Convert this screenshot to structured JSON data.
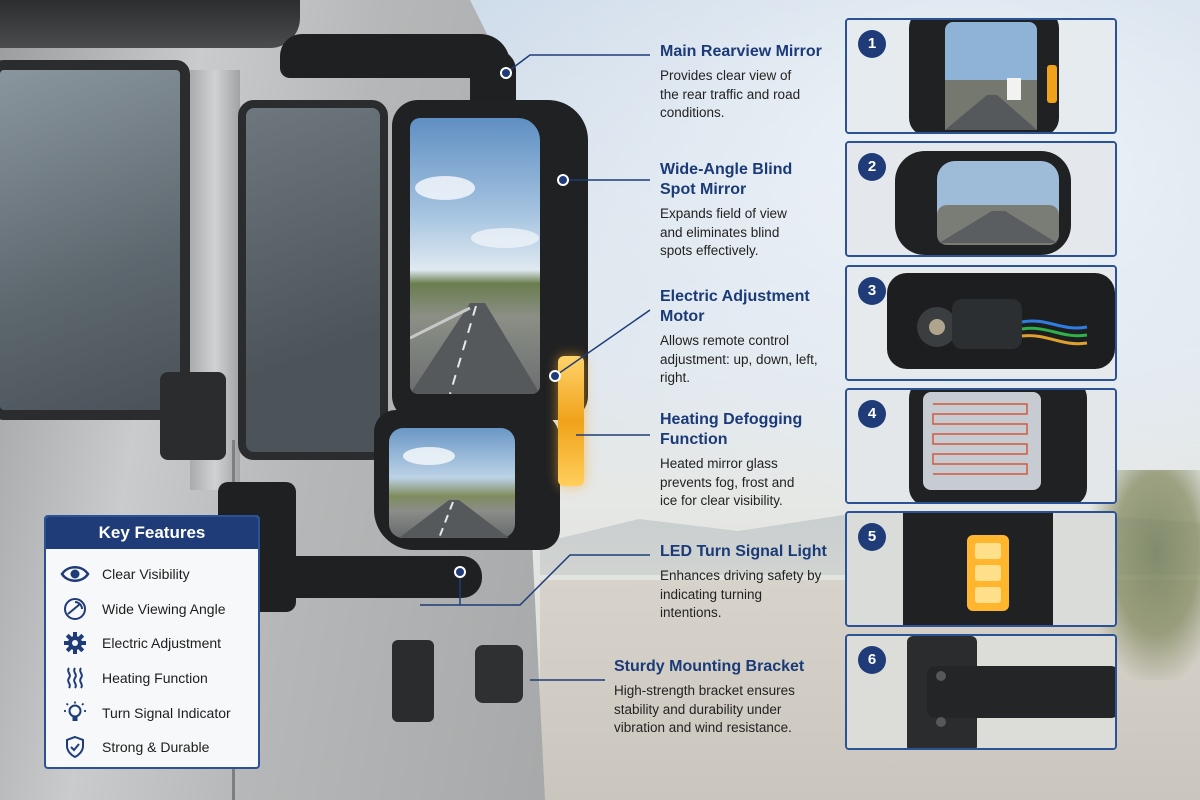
{
  "features": [
    {
      "title": "Main Rearview Mirror",
      "desc": "Provides clear view of the rear traffic and road conditions."
    },
    {
      "title": "Wide-Angle Blind Spot Mirror",
      "desc": "Expands field of view and eliminates blind spots effectively."
    },
    {
      "title": "Electric Adjustment Motor",
      "desc": "Allows remote control adjustment: up, down, left, right."
    },
    {
      "title": "Heating Defogging Function",
      "desc": "Heated mirror glass prevents fog, frost and ice for clear visibility."
    },
    {
      "title": "LED Turn Signal Light",
      "desc": "Enhances driving safety by indicating turning intentions."
    },
    {
      "title": "Sturdy Mounting Bracket",
      "desc": "High-strength bracket ensures stability and durability under vibration and wind resistance."
    }
  ],
  "panels": [
    "1",
    "2",
    "3",
    "4",
    "5",
    "6"
  ],
  "key_features": {
    "heading": "Key Features",
    "items": [
      {
        "label": "Clear Visibility",
        "icon": "eye-icon"
      },
      {
        "label": "Wide Viewing Angle",
        "icon": "wide-angle-icon"
      },
      {
        "label": "Electric Adjustment",
        "icon": "gear-icon"
      },
      {
        "label": "Heating Function",
        "icon": "heat-waves-icon"
      },
      {
        "label": "Turn Signal Indicator",
        "icon": "lightbulb-icon"
      },
      {
        "label": "Strong & Durable",
        "icon": "shield-check-icon"
      }
    ]
  },
  "colors": {
    "accent": "#1f3c78",
    "border": "#2c5296",
    "signal": "#f0a21a"
  }
}
